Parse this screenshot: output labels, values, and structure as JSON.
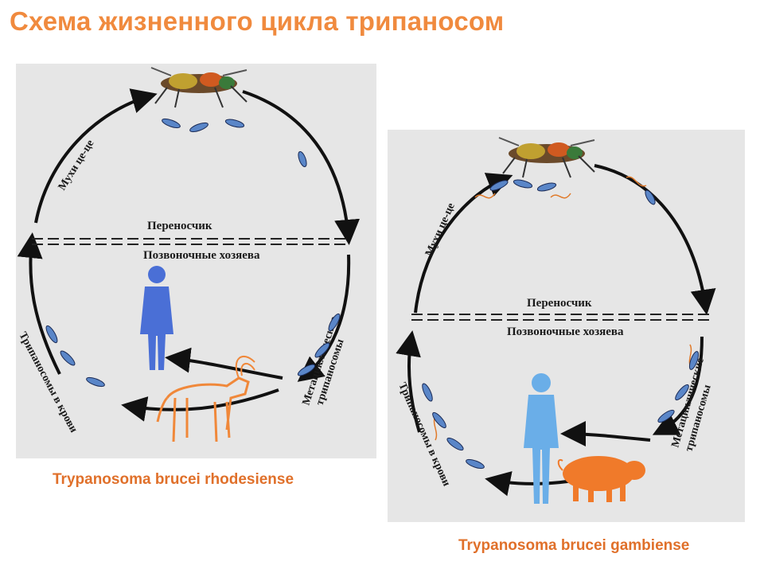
{
  "slide": {
    "title": "Схема жизненного цикла трипаносом"
  },
  "left_diagram": {
    "caption": "Trypanosoma brucei rhodesiense",
    "labels": {
      "vector": "Переносчик",
      "hosts": "Позвоночные хозяева",
      "flies": "Мухи це-це",
      "metacyclic_line1": "Метациклические",
      "metacyclic_line2": "трипаносомы",
      "blood": "Трипаносомы в крови"
    },
    "host_animal": "antelope-icon",
    "colors": {
      "human": "#4a6fd6",
      "animal": "#f0883a"
    }
  },
  "right_diagram": {
    "caption": "Trypanosoma brucei gambiense",
    "labels": {
      "vector": "Переносчик",
      "hosts": "Позвоночные хозяева",
      "flies": "Мухи це-це",
      "metacyclic_line1": "Метациклические",
      "metacyclic_line2": "трипаносомы",
      "blood": "Трипаносомы в крови"
    },
    "host_animal": "pig-icon",
    "colors": {
      "human": "#6aaee8",
      "animal": "#f07a2a"
    }
  }
}
